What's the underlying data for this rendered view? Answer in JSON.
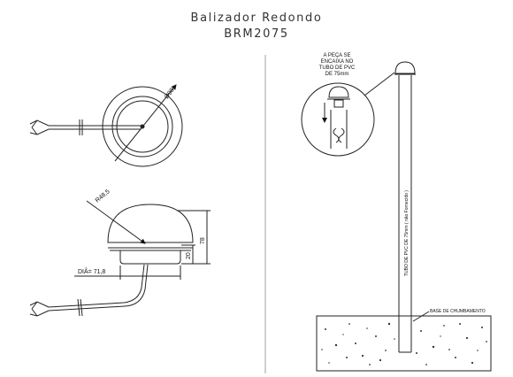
{
  "title": "Balizador Redondo",
  "code": "BRM2075",
  "top_view": {
    "diameter_label": "Ø98"
  },
  "side_view": {
    "radius_label": "R48,5",
    "height_total": "78",
    "height_base": "20",
    "base_diameter": "DIÂ= 71,8"
  },
  "installation": {
    "callout_line1": "A PEÇA SE",
    "callout_line2": "ENCAIXA NO",
    "callout_line3": "TUBO DE PVC",
    "callout_line4": "DE 75mm",
    "tube_label": "TUBO DE PVC DE 75mm ( não Fornecido )",
    "base_label": "BASE DE CHUMBAMENTO"
  }
}
